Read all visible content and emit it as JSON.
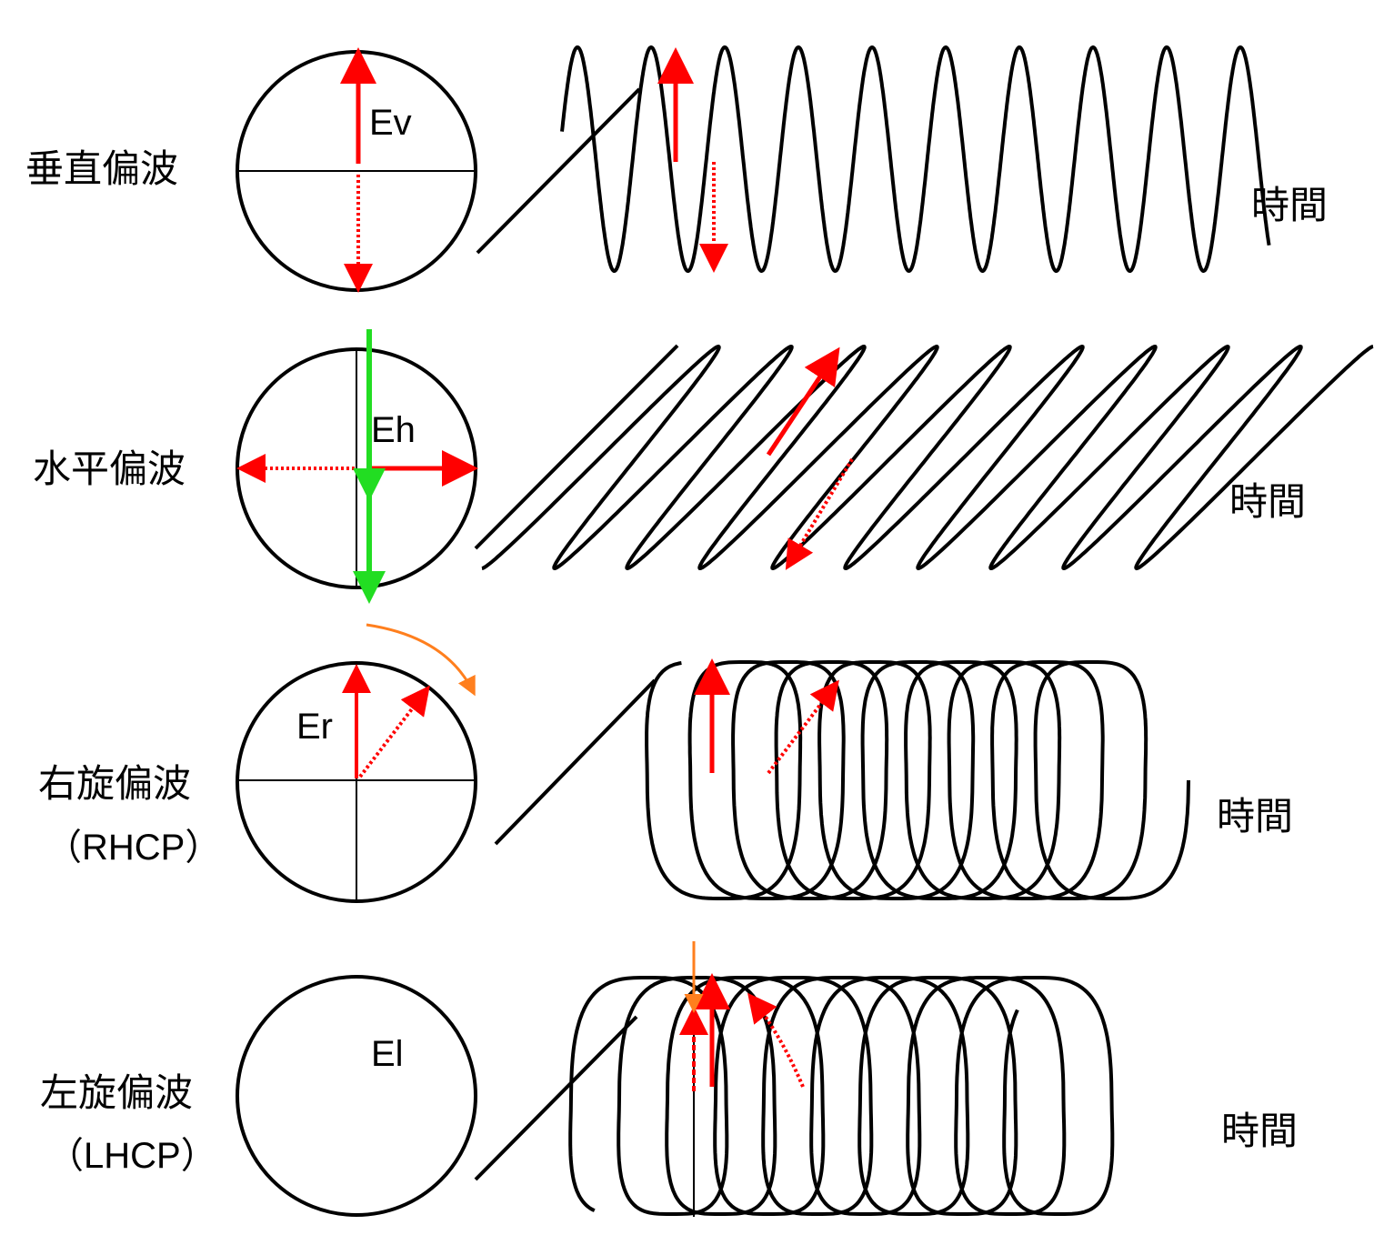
{
  "colors": {
    "line": "#000000",
    "field": "#ff0000",
    "green": "#22dd22",
    "orange": "#ff7f1e"
  },
  "rows": [
    {
      "name": "vertical",
      "label": "垂直偏波",
      "sublabel": "",
      "field_label": "Ev",
      "time_label": "時間"
    },
    {
      "name": "horizontal",
      "label": "水平偏波",
      "sublabel": "",
      "field_label": "Eh",
      "time_label": "時間"
    },
    {
      "name": "rhcp",
      "label": "右旋偏波",
      "sublabel": "（RHCP）",
      "field_label": "Er",
      "time_label": "時間"
    },
    {
      "name": "lhcp",
      "label": "左旋偏波",
      "sublabel": "（LHCP）",
      "field_label": "El",
      "time_label": "時間"
    }
  ]
}
